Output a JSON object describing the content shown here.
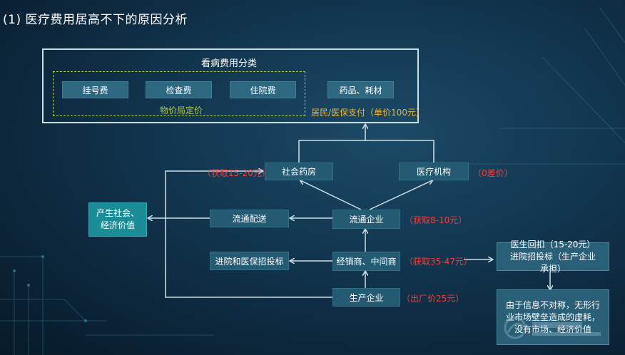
{
  "title": "(1) 医疗费用居高不下的原因分析",
  "category_box": {
    "title": "看病费用分类",
    "items": [
      "挂号费",
      "检查费",
      "住院费",
      "药品、耗材"
    ],
    "price_note": "物价局定价",
    "payment_note": "居民/医保支付（单价100元）"
  },
  "nodes": {
    "pharmacy": "社会药房",
    "institution": "医疗机构",
    "value": "产生社会、经济价值",
    "distribution": "流通配送",
    "circulation": "流通企业",
    "tender": "进院和医保招投标",
    "dealer": "经销商、中间商",
    "producer": "生产企业",
    "kickback": "医生回扣（15-20元）进院招投标（生产企业承担）",
    "info": "由于信息不对称，无形行业市场壁垒造成的虚耗，没有市场、经济价值"
  },
  "annotations": {
    "pharmacy_gain": "（获取15-20元）",
    "zero_margin": "（0差价）",
    "circulation_gain": "（获取8-10元）",
    "dealer_gain": "（获取35-47元）",
    "factory_price": "（出厂价25元）"
  },
  "colors": {
    "annotation_red": "#f23c3c",
    "payment_yellow": "#e9b43a",
    "price_green": "#b0cb3a",
    "value_teal": "#1a8d97"
  }
}
